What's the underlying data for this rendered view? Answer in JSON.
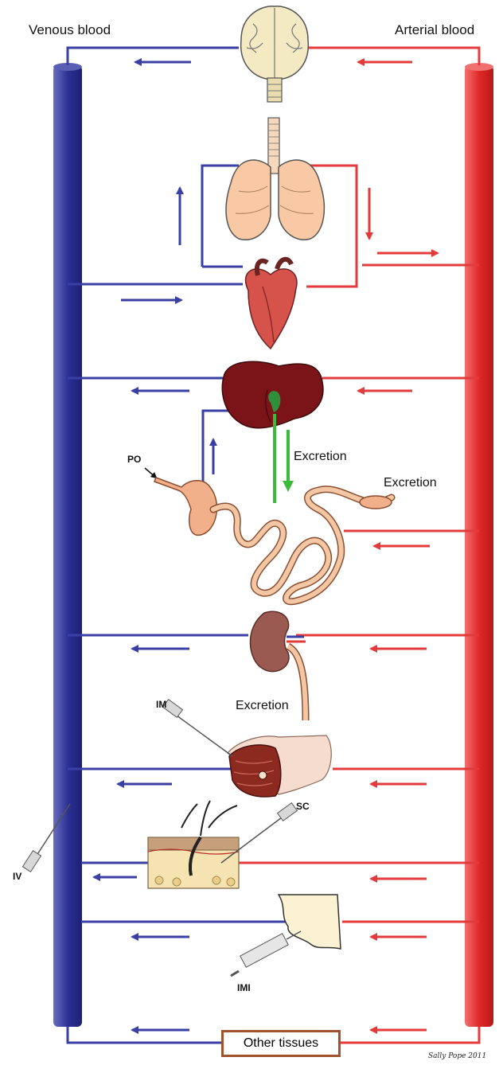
{
  "headers": {
    "venous": "Venous blood",
    "arterial": "Arterial blood"
  },
  "excretion_labels": [
    "Excretion",
    "Excretion",
    "Excretion"
  ],
  "routes": {
    "po": "PO",
    "iv": "IV",
    "im": "IM",
    "sc": "SC",
    "imi": "IMI"
  },
  "other_tissues": "Other tissues",
  "credit": "Sally Pope 2011",
  "colors": {
    "venous": "#3a3fa3",
    "arterial": "#e33b3b",
    "excretion": "#3cba3c",
    "box_border": "#a0522d"
  },
  "organs": [
    "brain",
    "lungs",
    "heart",
    "liver",
    "gut",
    "kidney",
    "muscle",
    "skin",
    "tissue",
    "other-tissues"
  ]
}
